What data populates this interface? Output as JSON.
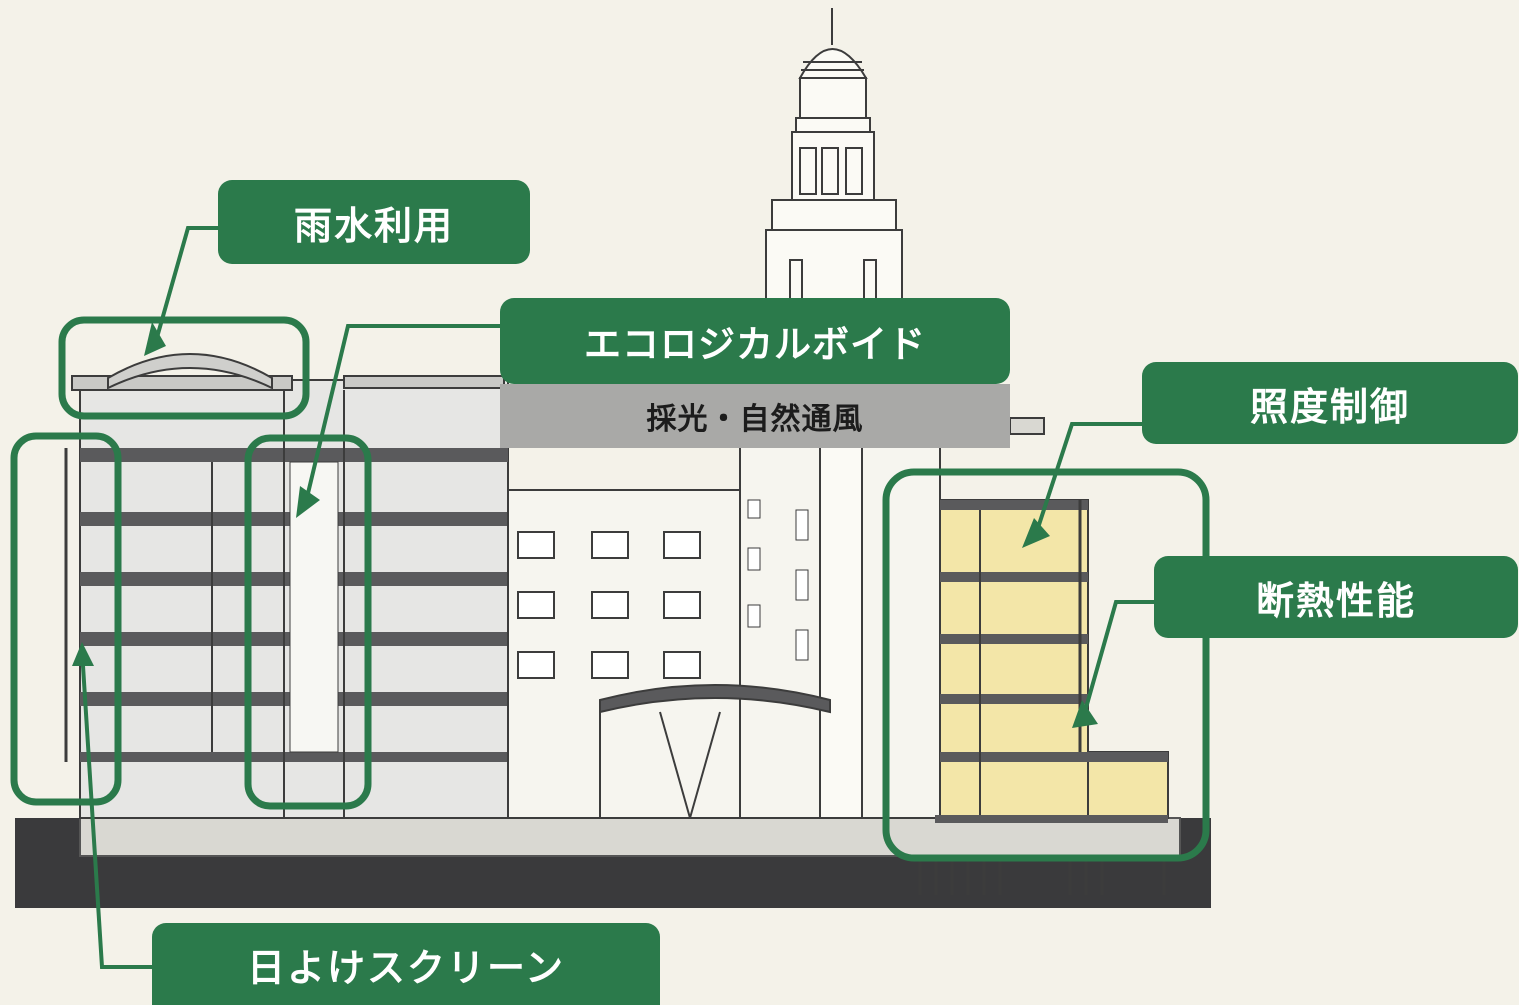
{
  "labels": {
    "rainwater": "雨水利用",
    "eco_void": "エコロジカルボイド",
    "eco_void_sub": "採光・自然通風",
    "illuminance": "照度制御",
    "insulation": "断熱性能",
    "sunshade": "日よけスクリーン"
  },
  "colors": {
    "accent_green": "#2b7a4b",
    "insulation_fill": "#f3e6a8",
    "ground": "#3a3a3c",
    "background": "#f4f2e9",
    "sub_box": "#a9a9a7"
  }
}
